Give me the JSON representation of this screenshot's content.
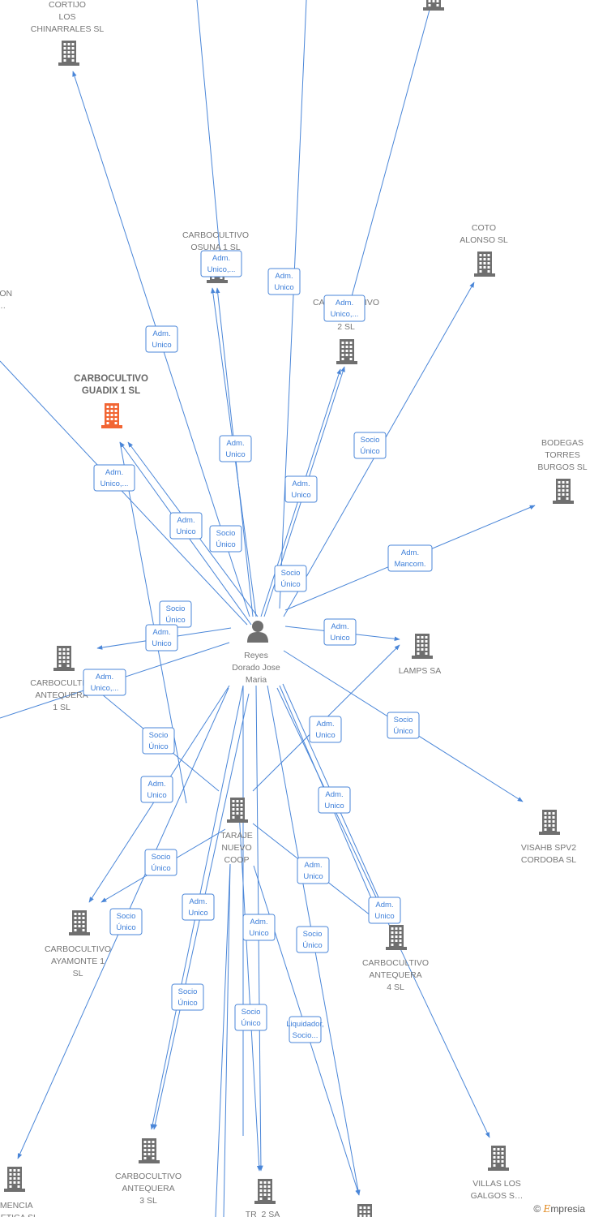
{
  "diagram": {
    "center_person": {
      "id": "reyes",
      "lines": [
        "Reyes",
        "Dorado Jose",
        "Maria"
      ]
    },
    "companies": [
      {
        "id": "cortijo",
        "lines": [
          "CORTIJO",
          "LOS",
          "CHINARRALES SL"
        ]
      },
      {
        "id": "osuna",
        "lines": [
          "CARBOCULTIVO",
          "OSUNA 1  SL"
        ]
      },
      {
        "id": "a2",
        "lines": [
          "CARBOCULTIVO",
          "A… A",
          "2  SL"
        ]
      },
      {
        "id": "coto",
        "lines": [
          "COTO",
          "ALONSO  SL"
        ]
      },
      {
        "id": "guadix",
        "lines": [
          "CARBOCULTIVO",
          "GUADIX 1  SL"
        ],
        "highlight": true
      },
      {
        "id": "bodegas",
        "lines": [
          "BODEGAS",
          "TORRES",
          "BURGOS  SL"
        ]
      },
      {
        "id": "antequera1",
        "lines": [
          "CARBOCULTI…",
          "ANTEQUERA",
          "1  SL"
        ]
      },
      {
        "id": "lamps",
        "lines": [
          "LAMPS SA"
        ]
      },
      {
        "id": "visahb",
        "lines": [
          "VISAHB SPV2",
          "CORDOBA  SL"
        ]
      },
      {
        "id": "taraje",
        "lines": [
          "TARAJE",
          "NUEVO",
          "COOP"
        ]
      },
      {
        "id": "ayamonte",
        "lines": [
          "CARBOCULTIVO",
          "AYAMONTE 1",
          "SL"
        ]
      },
      {
        "id": "antequera4",
        "lines": [
          "CARBOCULTIVO",
          "ANTEQUERA",
          "4  SL"
        ]
      },
      {
        "id": "antequera3",
        "lines": [
          "CARBOCULTIVO",
          "ANTEQUERA",
          "3  SL"
        ]
      },
      {
        "id": "tr2",
        "lines": [
          "TR_2 SA"
        ]
      },
      {
        "id": "villas",
        "lines": [
          "VILLAS LOS",
          "GALGOS S…"
        ]
      },
      {
        "id": "mencia",
        "lines": [
          "…MENCIA",
          "…BETICA SL"
        ]
      },
      {
        "id": "offleft",
        "lines": [
          "…ON",
          "…"
        ]
      }
    ],
    "roles": [
      {
        "id": "r1",
        "lines": [
          "Adm.",
          "Unico,..."
        ]
      },
      {
        "id": "r2",
        "lines": [
          "Adm.",
          "Unico"
        ]
      },
      {
        "id": "r3",
        "lines": [
          "Adm.",
          "Unico,..."
        ]
      },
      {
        "id": "r4",
        "lines": [
          "Adm.",
          "Unico"
        ]
      },
      {
        "id": "r5",
        "lines": [
          "Socio",
          "Único"
        ]
      },
      {
        "id": "r6",
        "lines": [
          "Adm.",
          "Unico"
        ]
      },
      {
        "id": "r7",
        "lines": [
          "Adm.",
          "Unico,..."
        ]
      },
      {
        "id": "r8",
        "lines": [
          "Adm.",
          "Unico"
        ]
      },
      {
        "id": "r9",
        "lines": [
          "Socio",
          "Único"
        ]
      },
      {
        "id": "r10",
        "lines": [
          "Adm.",
          "Unico"
        ]
      },
      {
        "id": "r11",
        "lines": [
          "Socio",
          "Único"
        ]
      },
      {
        "id": "r12",
        "lines": [
          "Adm.",
          "Mancom."
        ]
      },
      {
        "id": "r13",
        "lines": [
          "Socio",
          "Único"
        ]
      },
      {
        "id": "r14",
        "lines": [
          "Adm.",
          "Unico"
        ]
      },
      {
        "id": "r15",
        "lines": [
          "Adm.",
          "Unico"
        ]
      },
      {
        "id": "r16",
        "lines": [
          "Adm.",
          "Unico,..."
        ]
      },
      {
        "id": "r17",
        "lines": [
          "Socio",
          "Único"
        ]
      },
      {
        "id": "r18",
        "lines": [
          "Adm.",
          "Unico"
        ]
      },
      {
        "id": "r19",
        "lines": [
          "Socio",
          "Único"
        ]
      },
      {
        "id": "r20",
        "lines": [
          "Adm.",
          "Unico"
        ]
      },
      {
        "id": "r21",
        "lines": [
          "Adm.",
          "Unico"
        ]
      },
      {
        "id": "r22",
        "lines": [
          "Socio",
          "Único"
        ]
      },
      {
        "id": "r23",
        "lines": [
          "Adm.",
          "Unico"
        ]
      },
      {
        "id": "r24",
        "lines": [
          "Socio",
          "Único"
        ]
      },
      {
        "id": "r25",
        "lines": [
          "Adm.",
          "Unico"
        ]
      },
      {
        "id": "r26",
        "lines": [
          "Adm.",
          "Unico"
        ]
      },
      {
        "id": "r27",
        "lines": [
          "Adm.",
          "Unico"
        ]
      },
      {
        "id": "r28",
        "lines": [
          "Socio",
          "Único"
        ]
      },
      {
        "id": "r29",
        "lines": [
          "Socio",
          "Único"
        ]
      },
      {
        "id": "r30",
        "lines": [
          "Socio",
          "Único"
        ]
      },
      {
        "id": "r31",
        "lines": [
          "Liquidador,",
          "Socio..."
        ]
      }
    ],
    "edge_color": "#4a86d8",
    "highlight_color": "#f26533",
    "node_color": "#6f6f6f"
  },
  "watermark": {
    "symbol": "©",
    "brand_initial": "E",
    "brand_rest": "mpresia"
  }
}
